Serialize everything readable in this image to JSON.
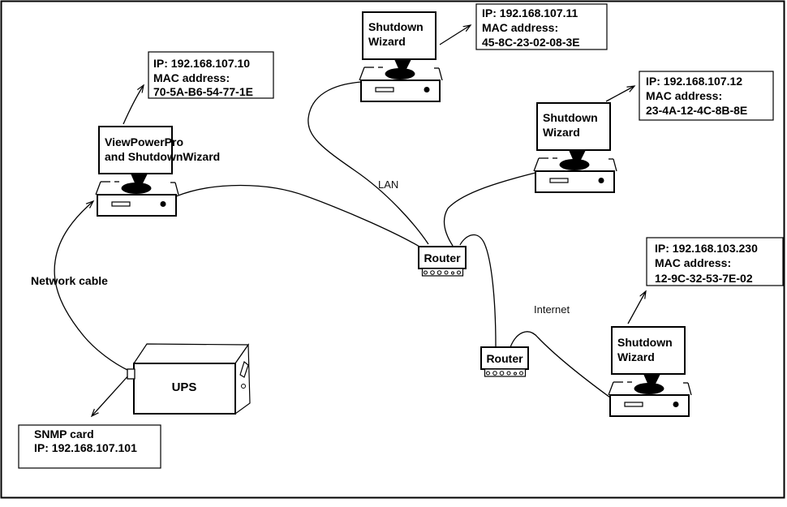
{
  "computers": [
    {
      "id": "viewpowerpro",
      "lines": [
        "ViewPowerPro",
        "and ShutdownWizard"
      ]
    },
    {
      "id": "shutdown-wizard-top",
      "lines": [
        "Shutdown",
        "Wizard"
      ]
    },
    {
      "id": "shutdown-wizard-right",
      "lines": [
        "Shutdown",
        "Wizard"
      ]
    },
    {
      "id": "shutdown-wizard-bottom",
      "lines": [
        "Shutdown",
        "Wizard"
      ]
    }
  ],
  "info_boxes": [
    {
      "lines": [
        "IP: 192.168.107.10",
        "MAC address:",
        "70-5A-B6-54-77-1E"
      ]
    },
    {
      "lines": [
        "IP: 192.168.107.11",
        "MAC address:",
        "45-8C-23-02-08-3E"
      ]
    },
    {
      "lines": [
        "IP: 192.168.107.12",
        "MAC address:",
        "23-4A-12-4C-8B-8E"
      ]
    },
    {
      "lines": [
        "IP: 192.168.103.230",
        "MAC address:",
        "12-9C-32-53-7E-02"
      ]
    },
    {
      "lines": [
        "SNMP card",
        "IP: 192.168.107.101"
      ]
    }
  ],
  "routers": [
    {
      "label": "Router"
    },
    {
      "label": "Router"
    }
  ],
  "ups": {
    "label": "UPS"
  },
  "labels": {
    "lan": "LAN",
    "internet": "Internet",
    "network_cable": "Network cable"
  },
  "colors": {
    "ink": "#000000",
    "paper": "#ffffff"
  }
}
